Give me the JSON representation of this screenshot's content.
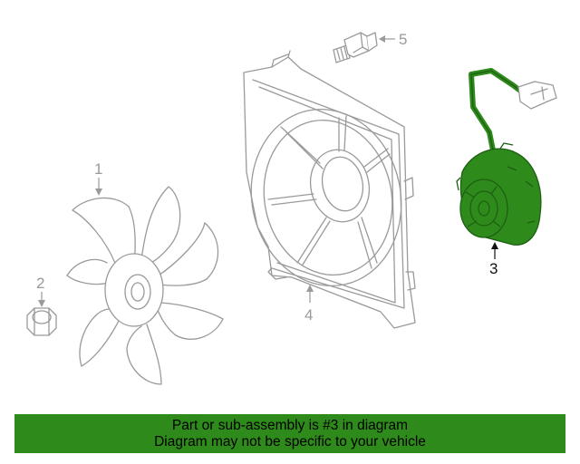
{
  "callouts": {
    "fan_blade": "1",
    "nut": "2",
    "motor": "3",
    "shroud": "4",
    "bolt": "5"
  },
  "highlight_color": "#2f8a1c",
  "banner": {
    "line1": "Part or sub-assembly is #3 in diagram",
    "line2": "Diagram may not be specific to your vehicle"
  }
}
